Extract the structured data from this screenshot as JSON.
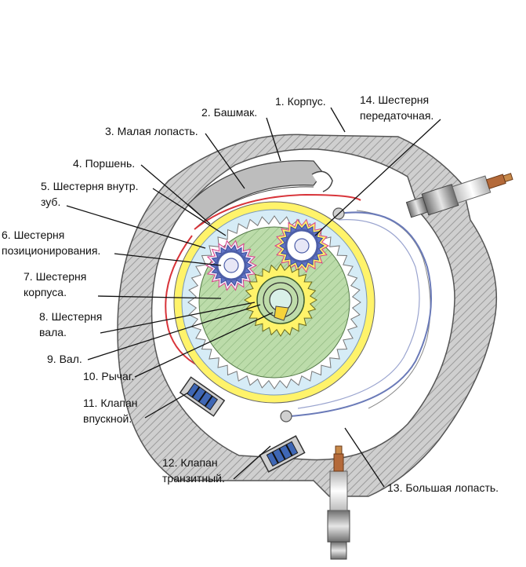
{
  "labels": {
    "l1": "1. Корпус.",
    "l2": "2. Башмак.",
    "l3": "3. Малая лопасть.",
    "l4": "4. Поршень.",
    "l5a": "5. Шестерня внутр.",
    "l5b": "зуб.",
    "l6a": "6. Шестерня",
    "l6b": "позиционирования.",
    "l7a": "7. Шестерня",
    "l7b": "корпуса.",
    "l8a": "8. Шестерня",
    "l8b": "вала.",
    "l9": "9. Вал.",
    "l10": "10. Рычаг.",
    "l11a": "11. Клапан",
    "l11b": "впускной.",
    "l12a": "12. Клапан",
    "l12b": "транзитный.",
    "l13": "13. Большая лопасть.",
    "l14a": "14. Шестерня",
    "l14b": "передаточная."
  },
  "colors": {
    "housing": "#c8c8c8",
    "hatch": "#8e8e8e",
    "inner_light_blue": "#bfe0f2",
    "gear_green": "#b9d9a6",
    "ring_yellow": "#fff36a",
    "gear_pink": "#d8408a",
    "line_red": "#d8343a",
    "line_blue": "#6a7ab8",
    "spark_copper": "#b46a3a"
  },
  "icons": {
    "spark_plug": "spark-plug-icon"
  }
}
